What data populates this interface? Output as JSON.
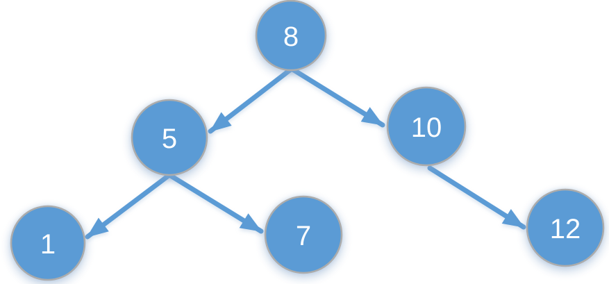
{
  "diagram": {
    "type": "binary-tree",
    "root": "8",
    "colors": {
      "node_fill": "#5B9BD5",
      "node_border": "#ACACAC",
      "edge": "#5B9BD5",
      "node_label": "#FFFFFF",
      "background": "#FFFFFF"
    },
    "nodes": [
      {
        "id": "8",
        "label": "8"
      },
      {
        "id": "5",
        "label": "5"
      },
      {
        "id": "10",
        "label": "10"
      },
      {
        "id": "1",
        "label": "1"
      },
      {
        "id": "7",
        "label": "7"
      },
      {
        "id": "12",
        "label": "12"
      }
    ],
    "edges": [
      {
        "from": "8",
        "to": "5",
        "side": "left-child"
      },
      {
        "from": "8",
        "to": "10",
        "side": "right-child"
      },
      {
        "from": "5",
        "to": "1",
        "side": "left-child"
      },
      {
        "from": "5",
        "to": "7",
        "side": "right-child"
      },
      {
        "from": "10",
        "to": "12",
        "side": "right-child"
      }
    ]
  }
}
